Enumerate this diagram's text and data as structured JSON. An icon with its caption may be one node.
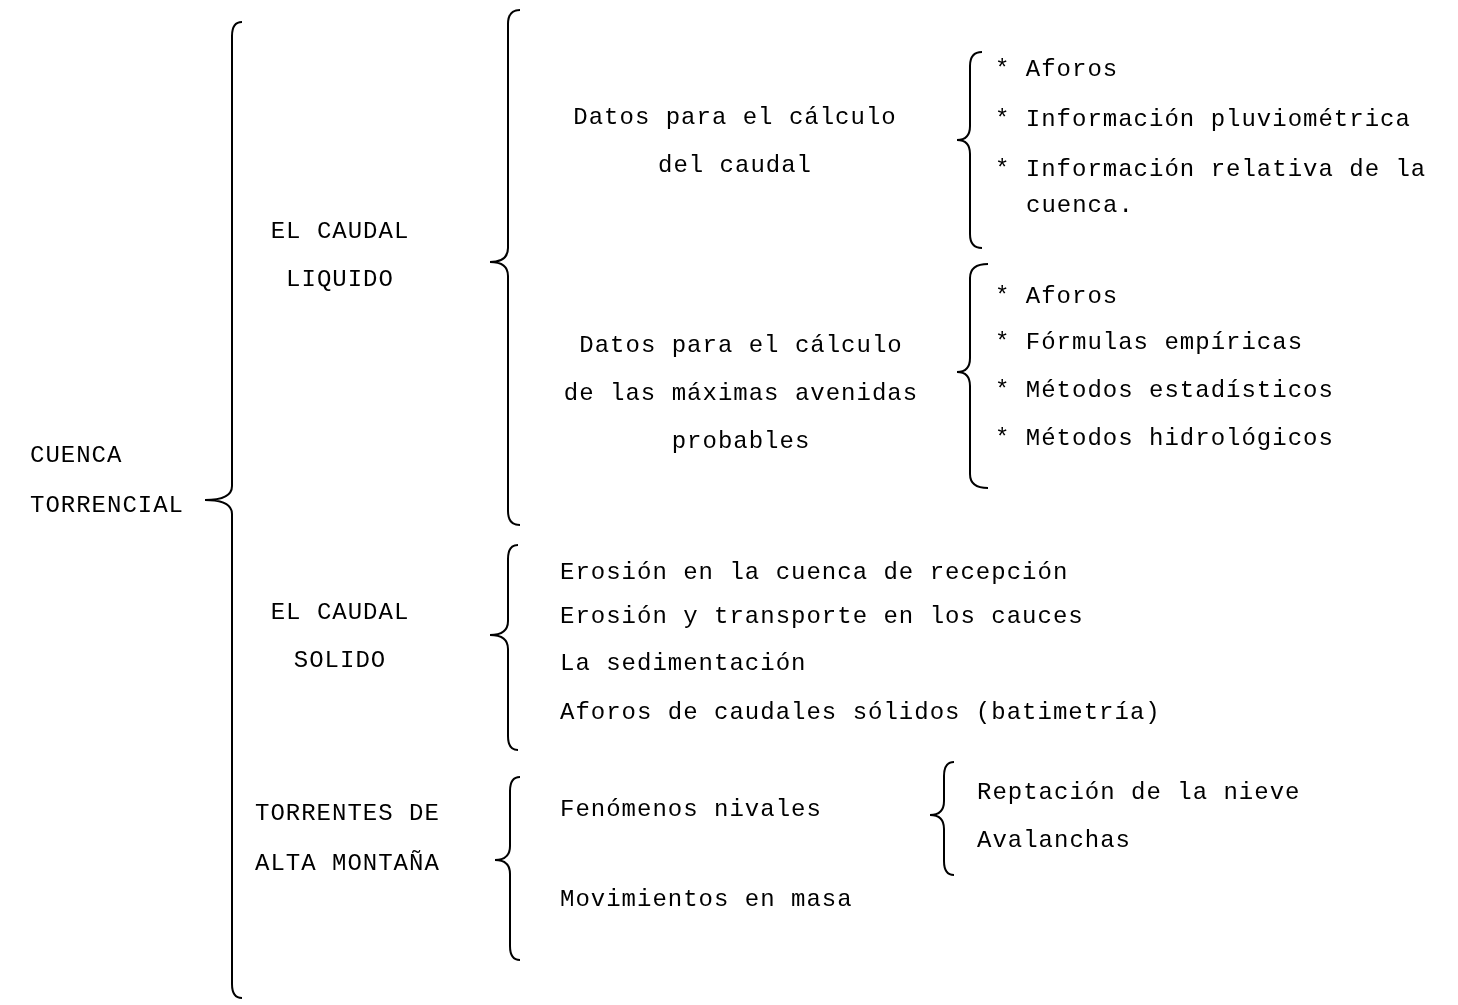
{
  "diagram": {
    "labels": [
      "CUENCA TORRENCIAL",
      "EL CAUDAL LIQUIDO",
      "Datos para el cálculo del caudal",
      "* Aforos",
      "* Información pluviométrica",
      "* Información relativa de la cuenca.",
      "Datos para el cálculo de las máximas avenidas probables",
      "* Aforos",
      "* Fórmulas empíricas",
      "* Métodos estadísticos",
      "* Métodos hidrológicos",
      "EL CAUDAL SOLIDO",
      "Erosión en la cuenca de recepción",
      "Erosión y transporte en los cauces",
      "La sedimentación",
      "Aforos de caudales sólidos (batimetría)",
      "TORRENTES DE ALTA MONTAÑA",
      "Fenómenos nivales",
      "Reptación de la nieve",
      "Avalanchas",
      "Movimientos en masa"
    ]
  }
}
